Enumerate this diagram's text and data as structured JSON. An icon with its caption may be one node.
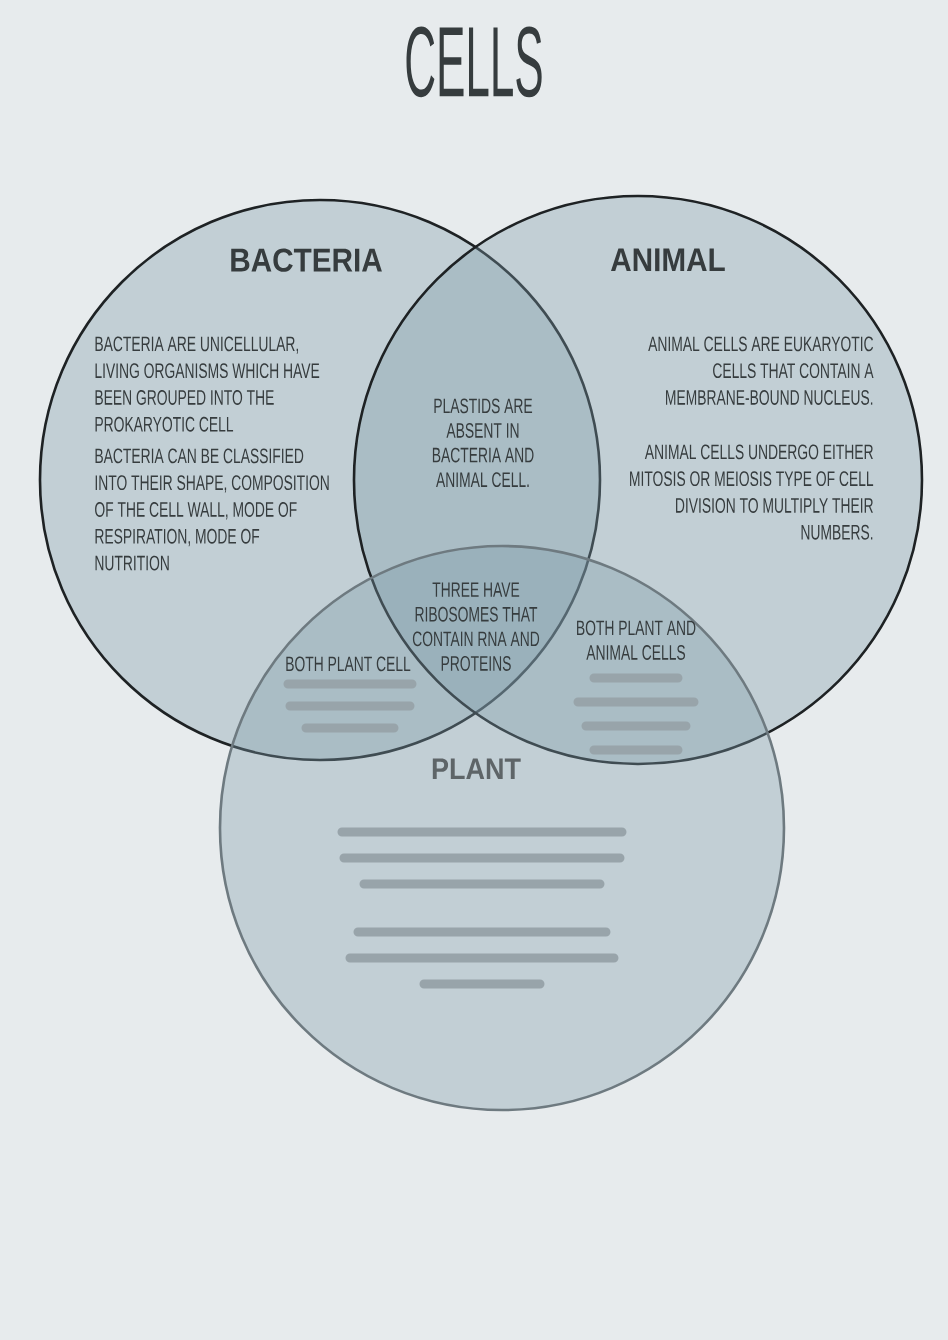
{
  "diagram": {
    "title": "CELLS",
    "nodes": [
      {
        "text": [
          "BACTERIA",
          "BACTERIA ARE UNICELLULAR, LIVING ORGANISMS WHICH HAVE BEEN GROUPED INTO THE PROKARYOTIC CELL",
          "BACTERIA CAN BE CLASSIFIED INTO THEIR SHAPE, COMPOSITION OF THE CELL WALL, MODE OF RESPIRATION, MODE OF NUTRITION"
        ]
      },
      {
        "text": [
          "ANIMAL",
          "ANIMAL CELLS ARE EUKARYOTIC CELLS THAT CONTAIN A MEMBRANE-BOUND NUCLEUS.",
          "ANIMAL CELLS UNDERGO EITHER MITOSIS OR MEIOSIS TYPE OF CELL DIVISION TO MULTIPLY THEIR NUMBERS."
        ]
      },
      {
        "text": [
          "PLANT"
        ]
      }
    ],
    "labels": [
      "PLASTIDS ARE ABSENT IN BACTERIA AND ANIMAL CELL.",
      "THREE HAVE RIBOSOMES THAT CONTAIN RNA AND PROTEINS",
      "BOTH PLANT AND ANIMAL CELLS",
      "BOTH PLANT CELL"
    ]
  }
}
